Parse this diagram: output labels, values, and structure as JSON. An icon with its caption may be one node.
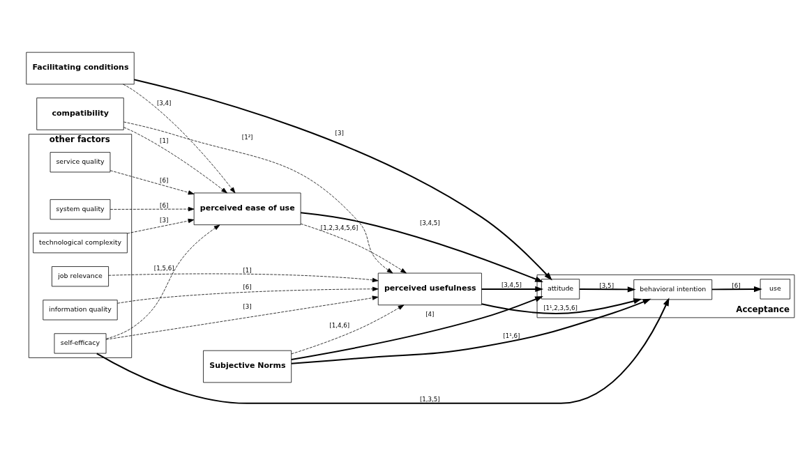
{
  "diagram": {
    "nodes": [
      {
        "text": [
          "other factors"
        ]
      },
      {
        "text": [
          "job relevance"
        ],
        "in": 0
      },
      {
        "text": [
          "self-efficacy"
        ],
        "in": 0
      },
      {
        "text": [
          "technological complexity"
        ],
        "in": 0
      },
      {
        "text": [
          "information quality"
        ],
        "in": 0
      },
      {
        "text": [
          "system quality"
        ],
        "in": 0
      },
      {
        "text": [
          "service quality"
        ],
        "in": 0
      },
      {
        "text": [
          "perceived usefulness"
        ]
      },
      {
        "text": [
          "Subjective Norms"
        ]
      },
      {
        "text": [
          "Facilitating conditions"
        ]
      },
      {
        "text": [
          "compatibility"
        ]
      },
      {
        "text": [
          "Acceptance"
        ]
      },
      {
        "text": [
          "attitude"
        ],
        "in": 11
      },
      {
        "text": [
          "behavioral intention"
        ],
        "in": 11
      },
      {
        "text": [
          "use"
        ],
        "in": 11
      },
      {
        "text": [
          "perceived ease of use"
        ]
      }
    ],
    "edges": [
      {
        "from": 2,
        "to": 13,
        "arrow": "to",
        "label": "[1,3,5]"
      },
      {
        "from": 4,
        "to": 7,
        "arrow": "to",
        "label": "[6]",
        "style": "dashed"
      },
      {
        "from": 1,
        "to": 7,
        "arrow": "to",
        "label": "[1]",
        "style": "dashed"
      },
      {
        "from": 2,
        "to": 7,
        "arrow": "to",
        "label": "[3]",
        "style": "dashed"
      },
      {
        "from": 10,
        "to": 7,
        "arrow": "to",
        "label": "[1²]",
        "style": "dashed"
      },
      {
        "from": 8,
        "to": 7,
        "arrow": "to",
        "label": "[1,4,6]",
        "style": "dashed"
      },
      {
        "from": 7,
        "to": 12,
        "arrow": "to",
        "label": "[3,4,5]"
      },
      {
        "from": 7,
        "to": 13,
        "arrow": "to",
        "label": "[1¹,2,3,5,6]"
      },
      {
        "from": 8,
        "to": 13,
        "arrow": "to",
        "label": "[1¹,6]"
      },
      {
        "from": 8,
        "to": 12,
        "arrow": "to",
        "label": "[4]"
      },
      {
        "from": 12,
        "to": 13,
        "arrow": "to",
        "label": "[3,5]"
      },
      {
        "from": 13,
        "to": 14,
        "arrow": "to",
        "label": "[6]"
      },
      {
        "from": 9,
        "to": 12,
        "arrow": "to",
        "label": "[3]"
      },
      {
        "from": 15,
        "to": 7,
        "arrow": "to",
        "label": "[1,2,3,4,5,6]",
        "style": "dashed"
      },
      {
        "from": 9,
        "to": 15,
        "arrow": "to",
        "label": "[3,4]",
        "style": "dashed"
      },
      {
        "from": 10,
        "to": 15,
        "arrow": "to",
        "label": "[1]",
        "style": "dashed"
      },
      {
        "from": 15,
        "to": 12,
        "arrow": "to",
        "label": "[3,4,5]"
      },
      {
        "from": 2,
        "to": 15,
        "arrow": "to",
        "label": "[1,5,6]",
        "style": "dashed"
      },
      {
        "from": 3,
        "to": 15,
        "arrow": "to",
        "label": "[3]",
        "style": "dashed"
      },
      {
        "from": 5,
        "to": 15,
        "arrow": "to",
        "label": "[6]",
        "style": "dashed"
      },
      {
        "from": 6,
        "to": 15,
        "arrow": "to",
        "label": "[6]",
        "style": "dashed"
      }
    ]
  }
}
